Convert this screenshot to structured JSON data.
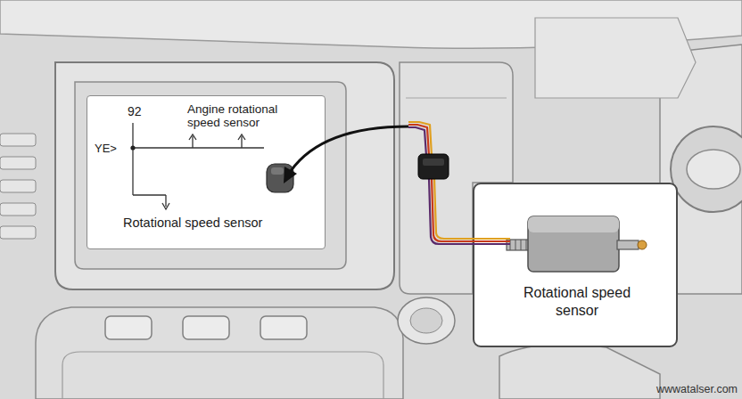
{
  "diagram": {
    "nodes": [
      {
        "text": [
          "92",
          "Angine rotational speed sensor",
          "YE>",
          "Rotational speed sensor"
        ]
      },
      {
        "text": [
          "Rotational speed sensor"
        ]
      }
    ],
    "labels": [
      "wwwatalser.com"
    ]
  }
}
